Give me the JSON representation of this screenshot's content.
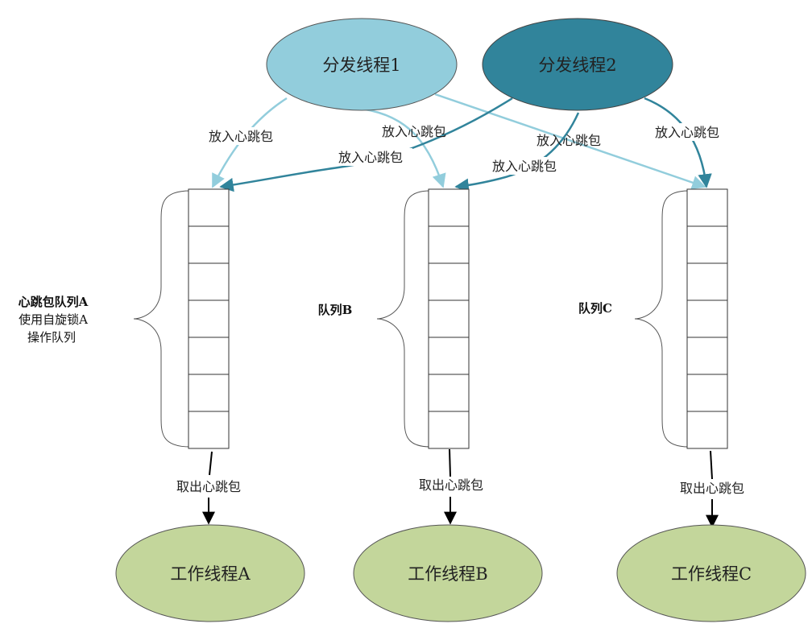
{
  "colors": {
    "dispatcher_1_fill": "#92cddc",
    "dispatcher_2_fill": "#31849b",
    "worker_fill": "#c3d69b",
    "arrow_from_dispatcher_1": "#92cddc",
    "arrow_from_dispatcher_2": "#31849b",
    "arrow_take": "#000000"
  },
  "dispatchers": [
    {
      "id": "d1",
      "label": "分发线程1"
    },
    {
      "id": "d2",
      "label": "分发线程2"
    }
  ],
  "queues": [
    {
      "id": "qA",
      "label_lines": [
        {
          "text": "心跳包队列A",
          "bold": true
        },
        {
          "text": "使用自旋锁A",
          "bold": false
        },
        {
          "text": "操作队列",
          "bold": false
        }
      ],
      "cells": 7
    },
    {
      "id": "qB",
      "label_lines": [
        {
          "text": "队列B",
          "bold": true
        }
      ],
      "cells": 7
    },
    {
      "id": "qC",
      "label_lines": [
        {
          "text": "队列C",
          "bold": true
        }
      ],
      "cells": 7
    }
  ],
  "workers": [
    {
      "id": "wA",
      "label": "工作线程A"
    },
    {
      "id": "wB",
      "label": "工作线程B"
    },
    {
      "id": "wC",
      "label": "工作线程C"
    }
  ],
  "put_edges": [
    {
      "from": "d1",
      "to": "qA",
      "label": "放入心跳包"
    },
    {
      "from": "d1",
      "to": "qB",
      "label": "放入心跳包"
    },
    {
      "from": "d1",
      "to": "qC",
      "label": "放入心跳包"
    },
    {
      "from": "d2",
      "to": "qA",
      "label": "放入心跳包"
    },
    {
      "from": "d2",
      "to": "qB",
      "label": "放入心跳包"
    },
    {
      "from": "d2",
      "to": "qC",
      "label": "放入心跳包"
    }
  ],
  "take_edges": [
    {
      "from": "qA",
      "to": "wA",
      "label": "取出心跳包"
    },
    {
      "from": "qB",
      "to": "wB",
      "label": "取出心跳包"
    },
    {
      "from": "qC",
      "to": "wC",
      "label": "取出心跳包"
    }
  ]
}
